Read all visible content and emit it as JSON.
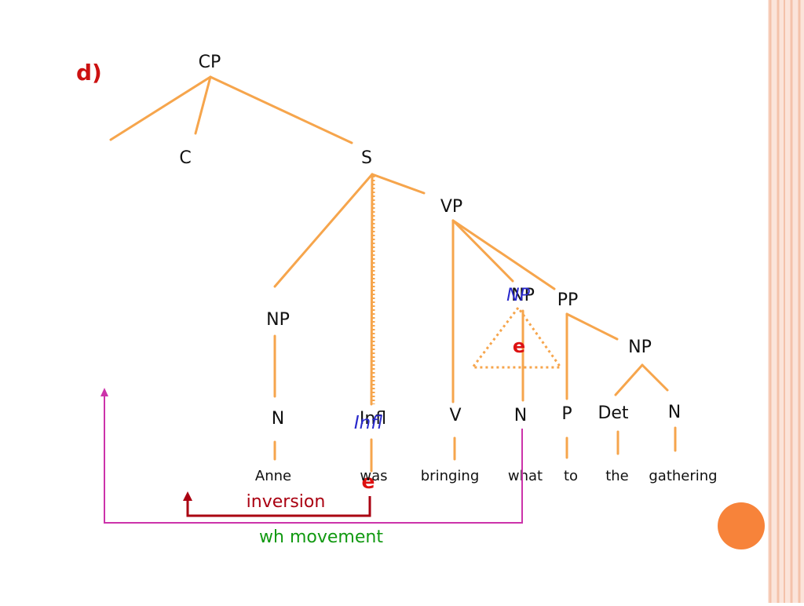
{
  "slide": {
    "label": "d)",
    "colors": {
      "label": "#cc1111",
      "branch": "#f6a54c",
      "tree_text": "#111111",
      "trace": "#dd1111",
      "moved": "#2a2acc",
      "inversion": "#aa0011",
      "wh_movement": "#cc33aa",
      "wh_label": "#119911",
      "border_stripes": "#f4c2aa",
      "border_fill": "#fbe4da",
      "circle": "#f7833a"
    }
  },
  "tree": {
    "nodes": {
      "cp": "CP",
      "c": "C",
      "s": "S",
      "np_subject": "NP",
      "infl": "Infl",
      "vp": "VP",
      "np_object": "NP",
      "pp": "PP",
      "np_pp": "NP",
      "n_subject": "N",
      "v": "V",
      "n_object": "N",
      "p": "P",
      "det": "Det",
      "n_pp": "N"
    },
    "moved_labels": {
      "np_wh": "NP",
      "infl_moved": "Infl"
    },
    "traces": {
      "np_trace": "e",
      "infl_trace": "e"
    },
    "words": [
      "Anne",
      "was",
      "bringing",
      "what",
      "to",
      "the",
      "gathering"
    ]
  },
  "movements": {
    "inversion": "inversion",
    "wh_movement": "wh movement"
  }
}
